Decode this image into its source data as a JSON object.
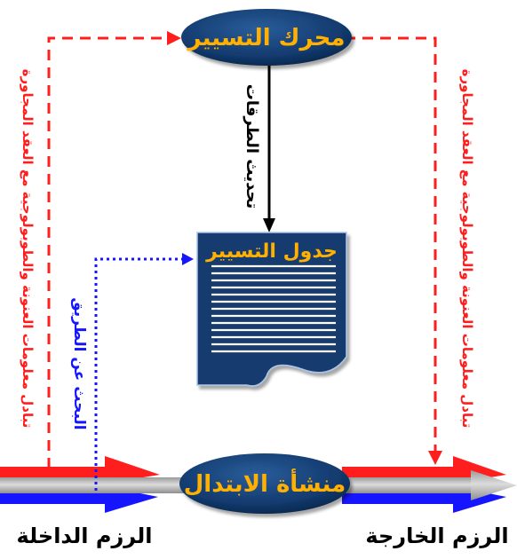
{
  "nodes": {
    "routing_engine": "محرك التسيير",
    "switching_fabric": "منشأة الابتدال",
    "routing_table": "جدول التسيير"
  },
  "labels": {
    "update_routes": "تحديث الطرقات",
    "lookup_route": "البحث عن الطريق",
    "exchange_left": "تبادل معلومات العنونة والطوبولوجية مع العقد المجاورة",
    "exchange_right": "تبادل معلومات العنونة والطوبولوجية مع العقد المجاورة",
    "incoming_packets": "الرزم الداخلة",
    "outgoing_packets": "الرزم الخارجة"
  },
  "colors": {
    "ellipse_fill": "#123a6e",
    "label_orange": "#ffb000",
    "red_arrow": "#ff1e1e",
    "blue_arrow": "#1515ff",
    "gray_arrow": "#b4b4b4",
    "doc_fill": "#123a6e"
  }
}
